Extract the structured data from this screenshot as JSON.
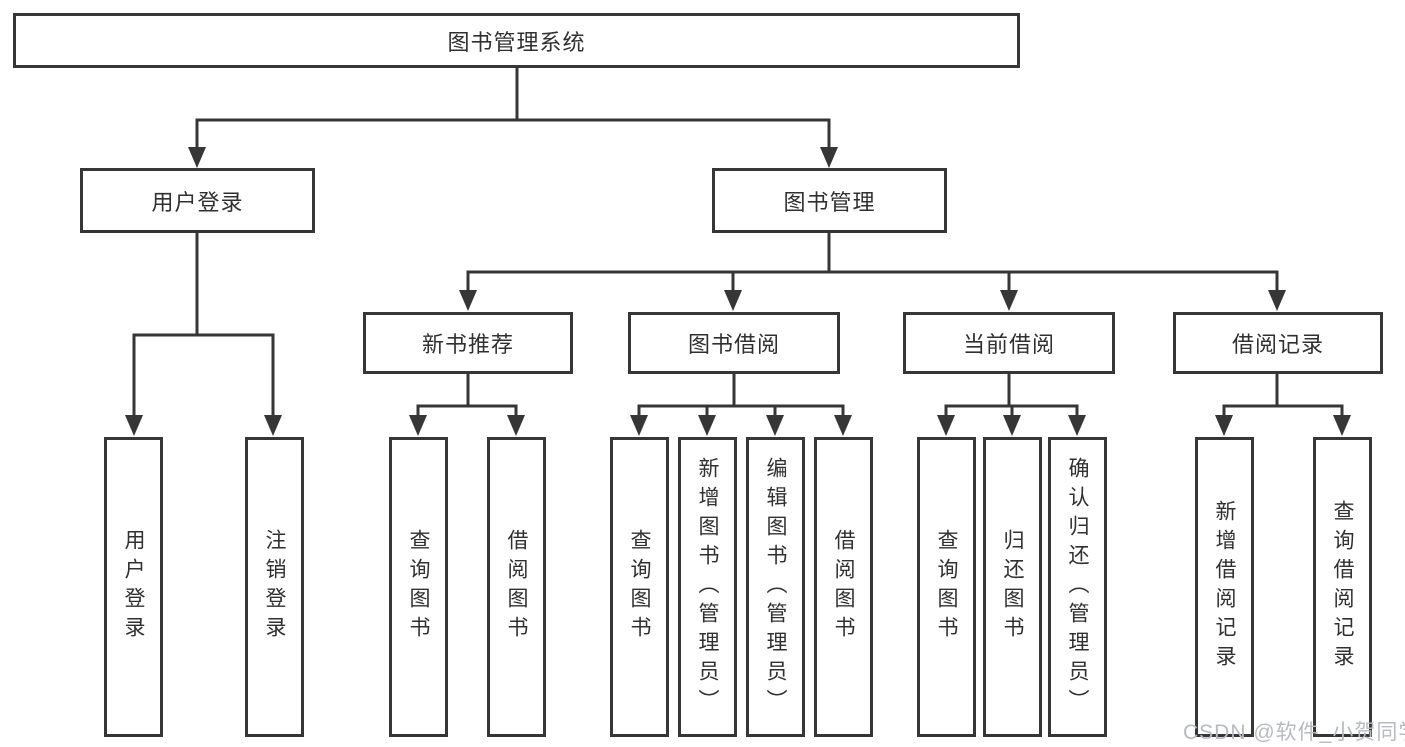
{
  "diagram_title": "图书管理系统",
  "colors": {
    "line": "#363636",
    "box_border": "#363636",
    "text": "#303030",
    "background": "#ffffff",
    "watermark": "#b7bbc2"
  },
  "watermark": {
    "text": "CSDN @软件_小贺同学"
  },
  "tree": {
    "root": {
      "label": "图书管理系统"
    },
    "branches": [
      {
        "label": "用户登录",
        "children": [
          {
            "label": "用户登录"
          },
          {
            "label": "注销登录"
          }
        ]
      },
      {
        "label": "图书管理",
        "children": [
          {
            "label": "新书推荐",
            "children": [
              {
                "label": "查询图书"
              },
              {
                "label": "借阅图书"
              }
            ]
          },
          {
            "label": "图书借阅",
            "children": [
              {
                "label": "查询图书"
              },
              {
                "label": "新增图书（管理员）"
              },
              {
                "label": "编辑图书（管理员）"
              },
              {
                "label": "借阅图书"
              }
            ]
          },
          {
            "label": "当前借阅",
            "children": [
              {
                "label": "查询图书"
              },
              {
                "label": "归还图书"
              },
              {
                "label": "确认归还（管理员）"
              }
            ]
          },
          {
            "label": "借阅记录",
            "children": [
              {
                "label": "新增借阅记录"
              },
              {
                "label": "查询借阅记录"
              }
            ]
          }
        ]
      }
    ]
  }
}
